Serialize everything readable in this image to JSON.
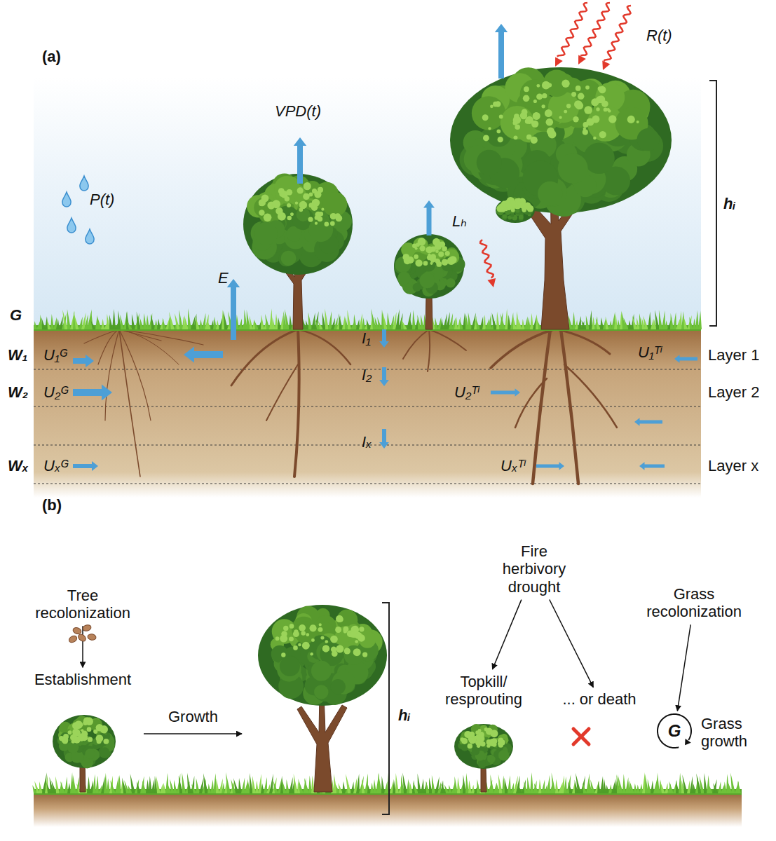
{
  "diagram": {
    "nodes": [
      {
        "text": [
          "Tree recolonization"
        ]
      },
      {
        "text": [
          "Establishment"
        ]
      },
      {
        "text": [
          "Fire herbivory drought"
        ]
      },
      {
        "text": [
          "Topkill/ resprouting"
        ]
      },
      {
        "text": [
          "... or death"
        ]
      },
      {
        "text": [
          "Grass recolonization"
        ]
      },
      {
        "text": [
          "G"
        ]
      }
    ],
    "edges": [
      {
        "from": 0,
        "to": 1,
        "arrow": "to"
      },
      {
        "from": 2,
        "to": 3,
        "arrow": "to"
      },
      {
        "from": 2,
        "to": 4,
        "arrow": "to"
      },
      {
        "from": 5,
        "to": 6,
        "arrow": "to"
      }
    ],
    "labels": [
      "(a)",
      "P(t)",
      "VPD(t)",
      "R(t)",
      "E",
      "Lₕ",
      "hᵢ",
      "G",
      "W₁",
      "W₂",
      "Wₓ",
      "U₁ᴳ",
      "U₂ᴳ",
      "Uₓᴳ",
      "I₁",
      "I₂",
      "Iₓ",
      "U₁ᵀⁱ",
      "U₂ᵀⁱ",
      "Uₓᵀⁱ",
      "Layer 1",
      "Layer 2",
      "Layer x",
      "(b)",
      "Growth",
      "hᵢ",
      "Grass growth"
    ]
  }
}
